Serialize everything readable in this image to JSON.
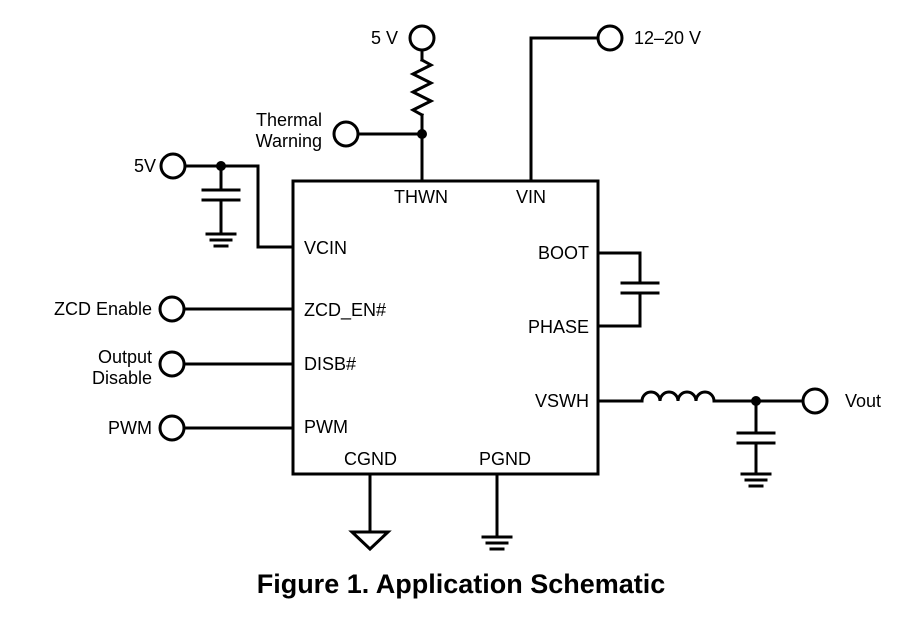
{
  "caption": "Figure 1. Application Schematic",
  "chip": {
    "pins": {
      "thwn": "THWN",
      "vin": "VIN",
      "vcin": "VCIN",
      "boot": "BOOT",
      "zcd_en": "ZCD_EN#",
      "phase": "PHASE",
      "disb": "DISB#",
      "vswh": "VSWH",
      "pwm": "PWM",
      "cgnd": "CGND",
      "pgnd": "PGND"
    }
  },
  "signals": {
    "pullup_5v": "5 V",
    "vin_supply": "12–20 V",
    "thermal_warning": [
      "Thermal",
      "Warning"
    ],
    "vcin_5v": "5V",
    "zcd_enable": "ZCD Enable",
    "output_disable": [
      "Output",
      "Disable"
    ],
    "pwm_in": "PWM",
    "vout": "Vout"
  }
}
